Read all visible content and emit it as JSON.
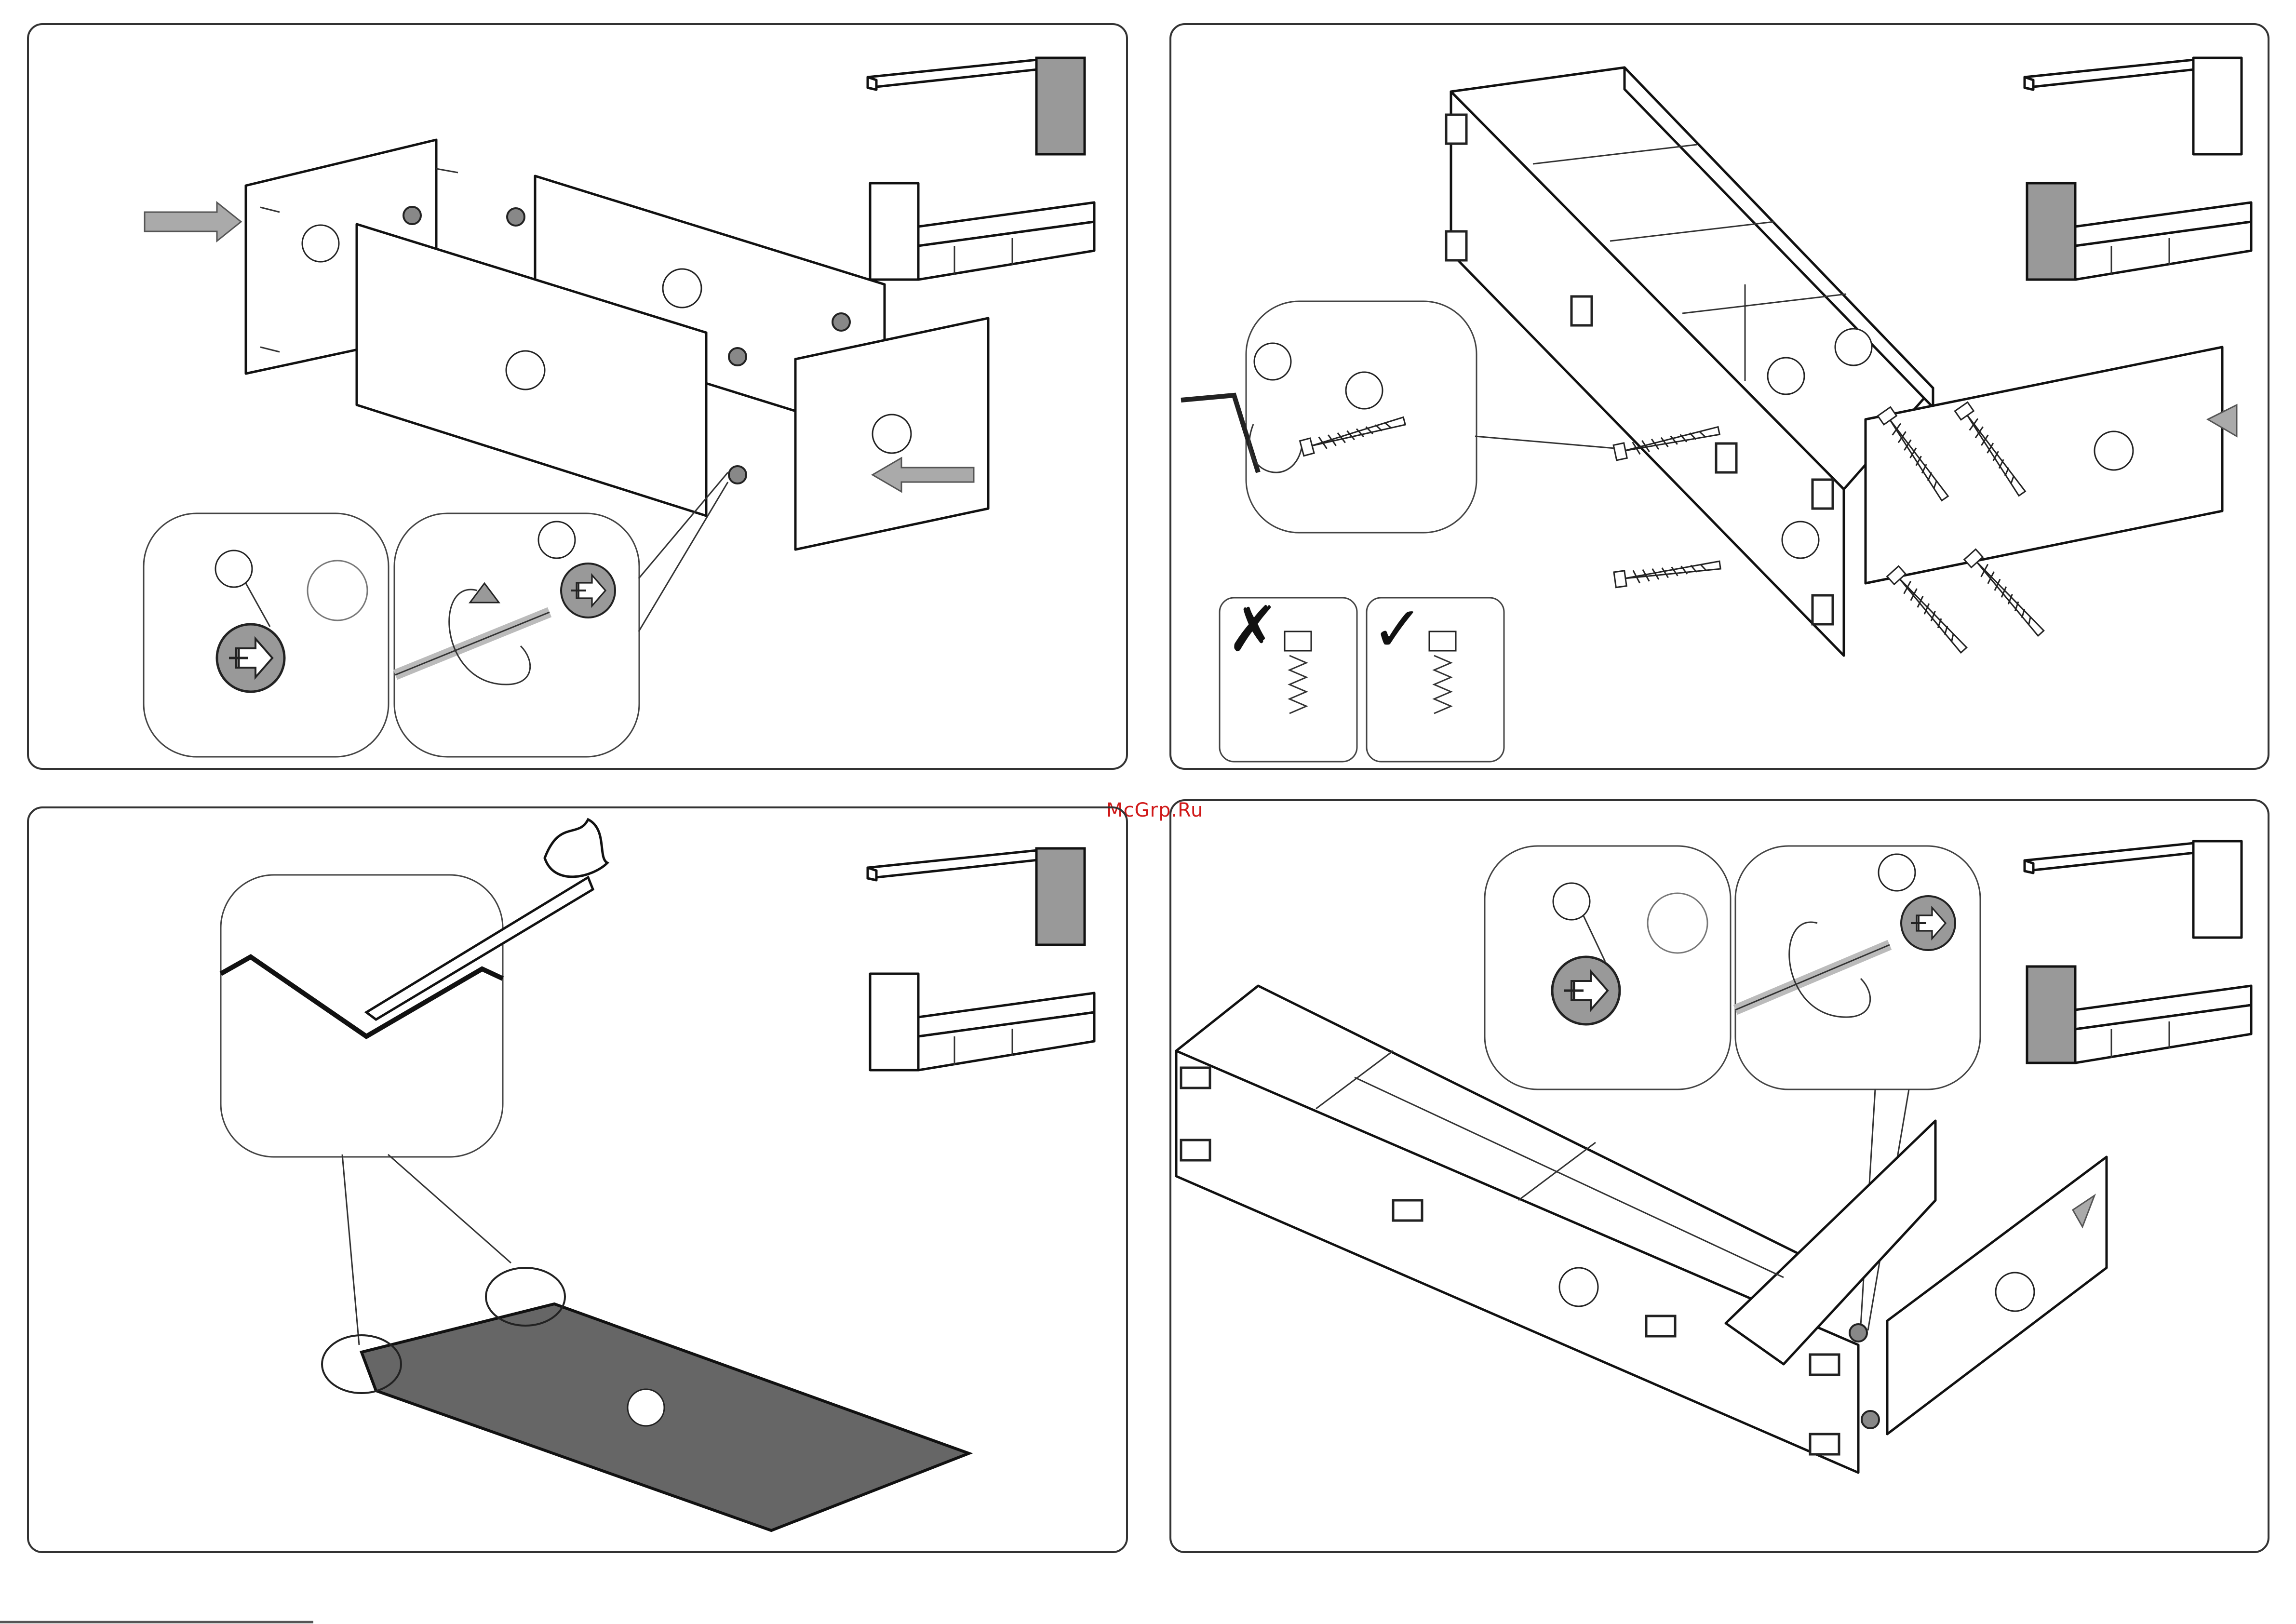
{
  "watermark": {
    "text": "McGrp.Ru"
  },
  "colors": {
    "panel": "#ffffff",
    "highlight": "#999999",
    "board_dark": "#666666",
    "watermark": "#d01818"
  },
  "steps": [
    {
      "id": "step-panel-top-left",
      "description_icon": "cam-lock-connector-icon",
      "thumbnail_highlight": "right-tower"
    },
    {
      "id": "step-panel-top-right",
      "description_icon": "screw-and-hex-key-icon",
      "thumbnail_highlight": "left-tower",
      "mark_wrong": "✗",
      "mark_right": "✓"
    },
    {
      "id": "step-panel-bottom-left",
      "description_icon": "hand-saw-icon",
      "thumbnail_highlight": "right-tower"
    },
    {
      "id": "step-panel-bottom-right",
      "description_icon": "cam-lock-connector-icon",
      "thumbnail_highlight": "left-tower"
    }
  ]
}
